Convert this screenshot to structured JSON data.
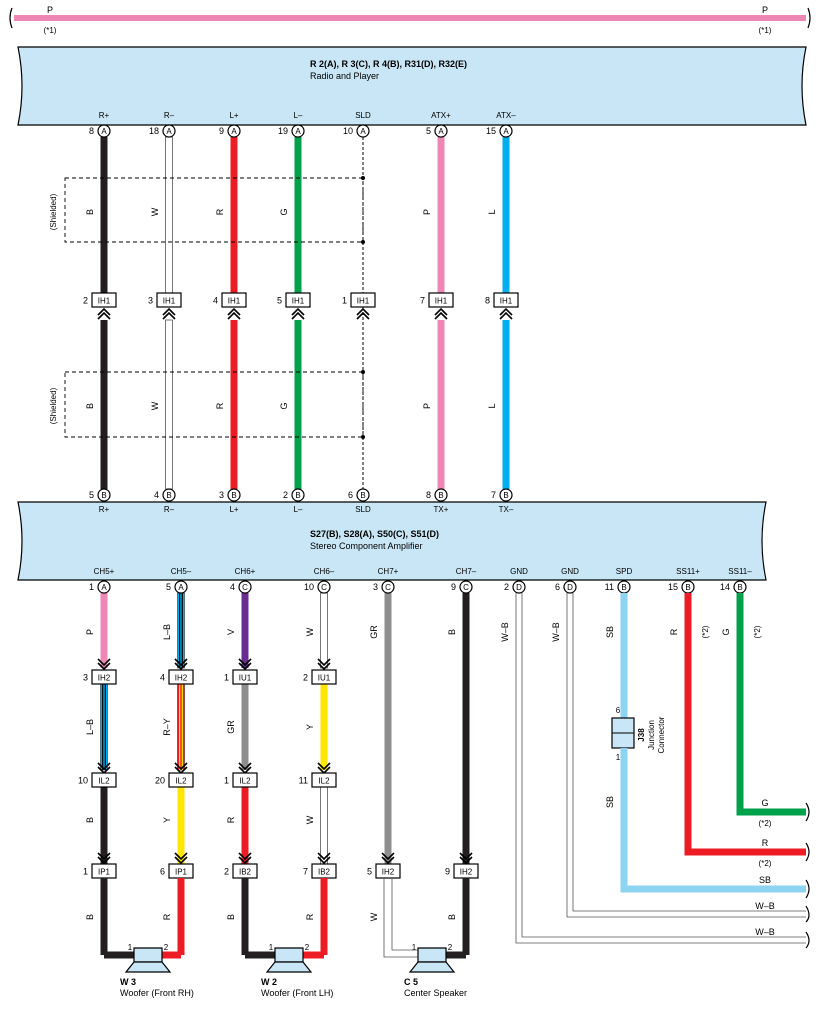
{
  "top_wire": {
    "color": "P",
    "note": "(*1)",
    "hex": "#ee87b4"
  },
  "radio": {
    "title": "R 2(A), R 3(C), R 4(B), R31(D), R32(E)",
    "subtitle": "Radio and Player",
    "pins": [
      {
        "label": "R+",
        "num": "8",
        "conn": "A"
      },
      {
        "label": "R–",
        "num": "18",
        "conn": "A"
      },
      {
        "label": "L+",
        "num": "9",
        "conn": "A"
      },
      {
        "label": "L–",
        "num": "19",
        "conn": "A"
      },
      {
        "label": "SLD",
        "num": "10",
        "conn": "A"
      },
      {
        "label": "ATX+",
        "num": "5",
        "conn": "A"
      },
      {
        "label": "ATX–",
        "num": "15",
        "conn": "A"
      }
    ]
  },
  "shield_label": "(Shielded)",
  "mid_wires": [
    {
      "color": "B",
      "hex": "#231f20",
      "conn_num": "2",
      "conn": "IH1"
    },
    {
      "color": "W",
      "hex": "#ffffff",
      "conn_num": "3",
      "conn": "IH1"
    },
    {
      "color": "R",
      "hex": "#ed1c24",
      "conn_num": "4",
      "conn": "IH1"
    },
    {
      "color": "G",
      "hex": "#00a14b",
      "conn_num": "5",
      "conn": "IH1"
    },
    {
      "color": "",
      "hex": "#000000",
      "conn_num": "1",
      "conn": "IH1"
    },
    {
      "color": "P",
      "hex": "#ee87b4",
      "conn_num": "7",
      "conn": "IH1"
    },
    {
      "color": "L",
      "hex": "#00aeef",
      "conn_num": "8",
      "conn": "IH1"
    }
  ],
  "amp": {
    "title": "S27(B), S28(A), S50(C), S51(D)",
    "subtitle": "Stereo Component Amplifier",
    "top_pins": [
      {
        "label": "R+",
        "num": "5",
        "conn": "B"
      },
      {
        "label": "R–",
        "num": "4",
        "conn": "B"
      },
      {
        "label": "L+",
        "num": "3",
        "conn": "B"
      },
      {
        "label": "L–",
        "num": "2",
        "conn": "B"
      },
      {
        "label": "SLD",
        "num": "6",
        "conn": "B"
      },
      {
        "label": "TX+",
        "num": "8",
        "conn": "B"
      },
      {
        "label": "TX–",
        "num": "7",
        "conn": "B"
      }
    ],
    "bottom_pins": [
      {
        "label": "CH5+",
        "num": "1",
        "conn": "A"
      },
      {
        "label": "CH5–",
        "num": "5",
        "conn": "A"
      },
      {
        "label": "CH6+",
        "num": "4",
        "conn": "C"
      },
      {
        "label": "CH6–",
        "num": "10",
        "conn": "C"
      },
      {
        "label": "CH7+",
        "num": "3",
        "conn": "C"
      },
      {
        "label": "CH7–",
        "num": "9",
        "conn": "C"
      },
      {
        "label": "GND",
        "num": "2",
        "conn": "D"
      },
      {
        "label": "GND",
        "num": "6",
        "conn": "D"
      },
      {
        "label": "SPD",
        "num": "11",
        "conn": "B"
      },
      {
        "label": "SS11+",
        "num": "15",
        "conn": "B"
      },
      {
        "label": "SS11–",
        "num": "14",
        "conn": "B"
      }
    ]
  },
  "lower": {
    "seg1": [
      "P",
      "L–B",
      "V",
      "W",
      "GR",
      "B",
      "W–B",
      "W–B",
      "SB",
      "R",
      "G"
    ],
    "seg1_notes": {
      "ss11p": "(*2)",
      "ss11m": "(*2)"
    },
    "conn_a": [
      {
        "num": "3",
        "conn": "IH2"
      },
      {
        "num": "4",
        "conn": "IH2"
      },
      {
        "num": "1",
        "conn": "IU1"
      },
      {
        "num": "2",
        "conn": "IU1"
      }
    ],
    "seg2": [
      "L–B",
      "R–Y",
      "GR",
      "Y"
    ],
    "conn_b": [
      {
        "num": "10",
        "conn": "IL2"
      },
      {
        "num": "20",
        "conn": "IL2"
      },
      {
        "num": "1",
        "conn": "IL2"
      },
      {
        "num": "11",
        "conn": "IL2"
      }
    ],
    "seg3": [
      "B",
      "Y",
      "R",
      "W"
    ],
    "conn_c": [
      {
        "num": "1",
        "conn": "IP1"
      },
      {
        "num": "6",
        "conn": "IP1"
      },
      {
        "num": "2",
        "conn": "IB2"
      },
      {
        "num": "7",
        "conn": "IB2"
      },
      {
        "num": "5",
        "conn": "IH2"
      },
      {
        "num": "9",
        "conn": "IH2"
      }
    ],
    "seg4": [
      "B",
      "R",
      "B",
      "R",
      "W",
      "B"
    ]
  },
  "junction": {
    "id": "J38",
    "name1": "Junction",
    "name2": "Connector",
    "pin_top": "6",
    "pin_bottom": "1",
    "out_color": "SB"
  },
  "right_exits": [
    {
      "color": "G",
      "note": "(*2)"
    },
    {
      "color": "R",
      "note": "(*2)"
    },
    {
      "color": "SB"
    },
    {
      "color": "W–B"
    },
    {
      "color": "W–B"
    }
  ],
  "speakers": [
    {
      "id": "W 3",
      "name": "Woofer (Front RH)",
      "pin1": "1",
      "pin2": "2"
    },
    {
      "id": "W 2",
      "name": "Woofer (Front LH)",
      "pin1": "1",
      "pin2": "2"
    },
    {
      "id": "C 5",
      "name": "Center Speaker",
      "pin1": "1",
      "pin2": "2"
    }
  ],
  "colors": {
    "component_fill": "#c8e6f5",
    "B": "#231f20",
    "W": "#ffffff",
    "R": "#ed1c24",
    "G": "#00a14b",
    "P": "#ee87b4",
    "L": "#00aeef",
    "V": "#6a2c91",
    "GR": "#8e8e8e",
    "Y": "#ffe600",
    "SB": "#8dd3f2"
  }
}
